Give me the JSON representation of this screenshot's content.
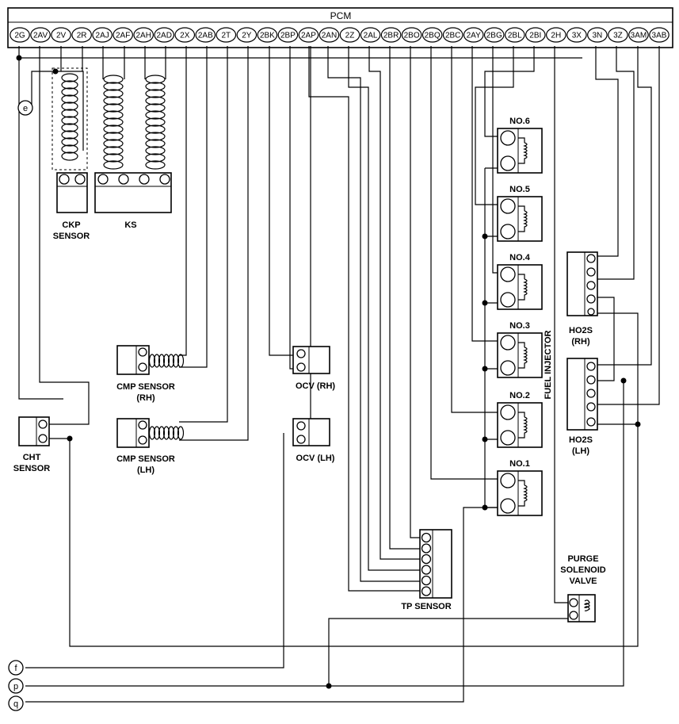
{
  "diagram": {
    "pcm_label": "PCM",
    "pins": [
      "2G",
      "2AV",
      "2V",
      "2R",
      "2AJ",
      "2AF",
      "2AH",
      "2AD",
      "2X",
      "2AB",
      "2T",
      "2Y",
      "2BK",
      "2BP",
      "2AP",
      "2AN",
      "2Z",
      "2AL",
      "2BR",
      "2BO",
      "2BQ",
      "2BC",
      "2AY",
      "2BG",
      "2BL",
      "2BI",
      "2H",
      "3X",
      "3N",
      "3Z",
      "3AM",
      "3AB"
    ],
    "components": {
      "ckp_sensor": [
        "CKP",
        "SENSOR"
      ],
      "ks": "KS",
      "cmp_rh": [
        "CMP SENSOR",
        "(RH)"
      ],
      "cmp_lh": [
        "CMP SENSOR",
        "(LH)"
      ],
      "cht": [
        "CHT",
        "SENSOR"
      ],
      "ocv_rh": "OCV (RH)",
      "ocv_lh": "OCV (LH)",
      "tp_sensor": "TP SENSOR",
      "purge": [
        "PURGE",
        "SOLENOID",
        "VALVE"
      ],
      "fuel_injector": "FUEL INJECTOR",
      "injectors": [
        "NO.6",
        "NO.5",
        "NO.4",
        "NO.3",
        "NO.2",
        "NO.1"
      ],
      "ho2s_rh": [
        "HO2S",
        "(RH)"
      ],
      "ho2s_lh": [
        "HO2S",
        "(LH)"
      ]
    },
    "connectors": [
      "e",
      "f",
      "p",
      "q"
    ]
  }
}
